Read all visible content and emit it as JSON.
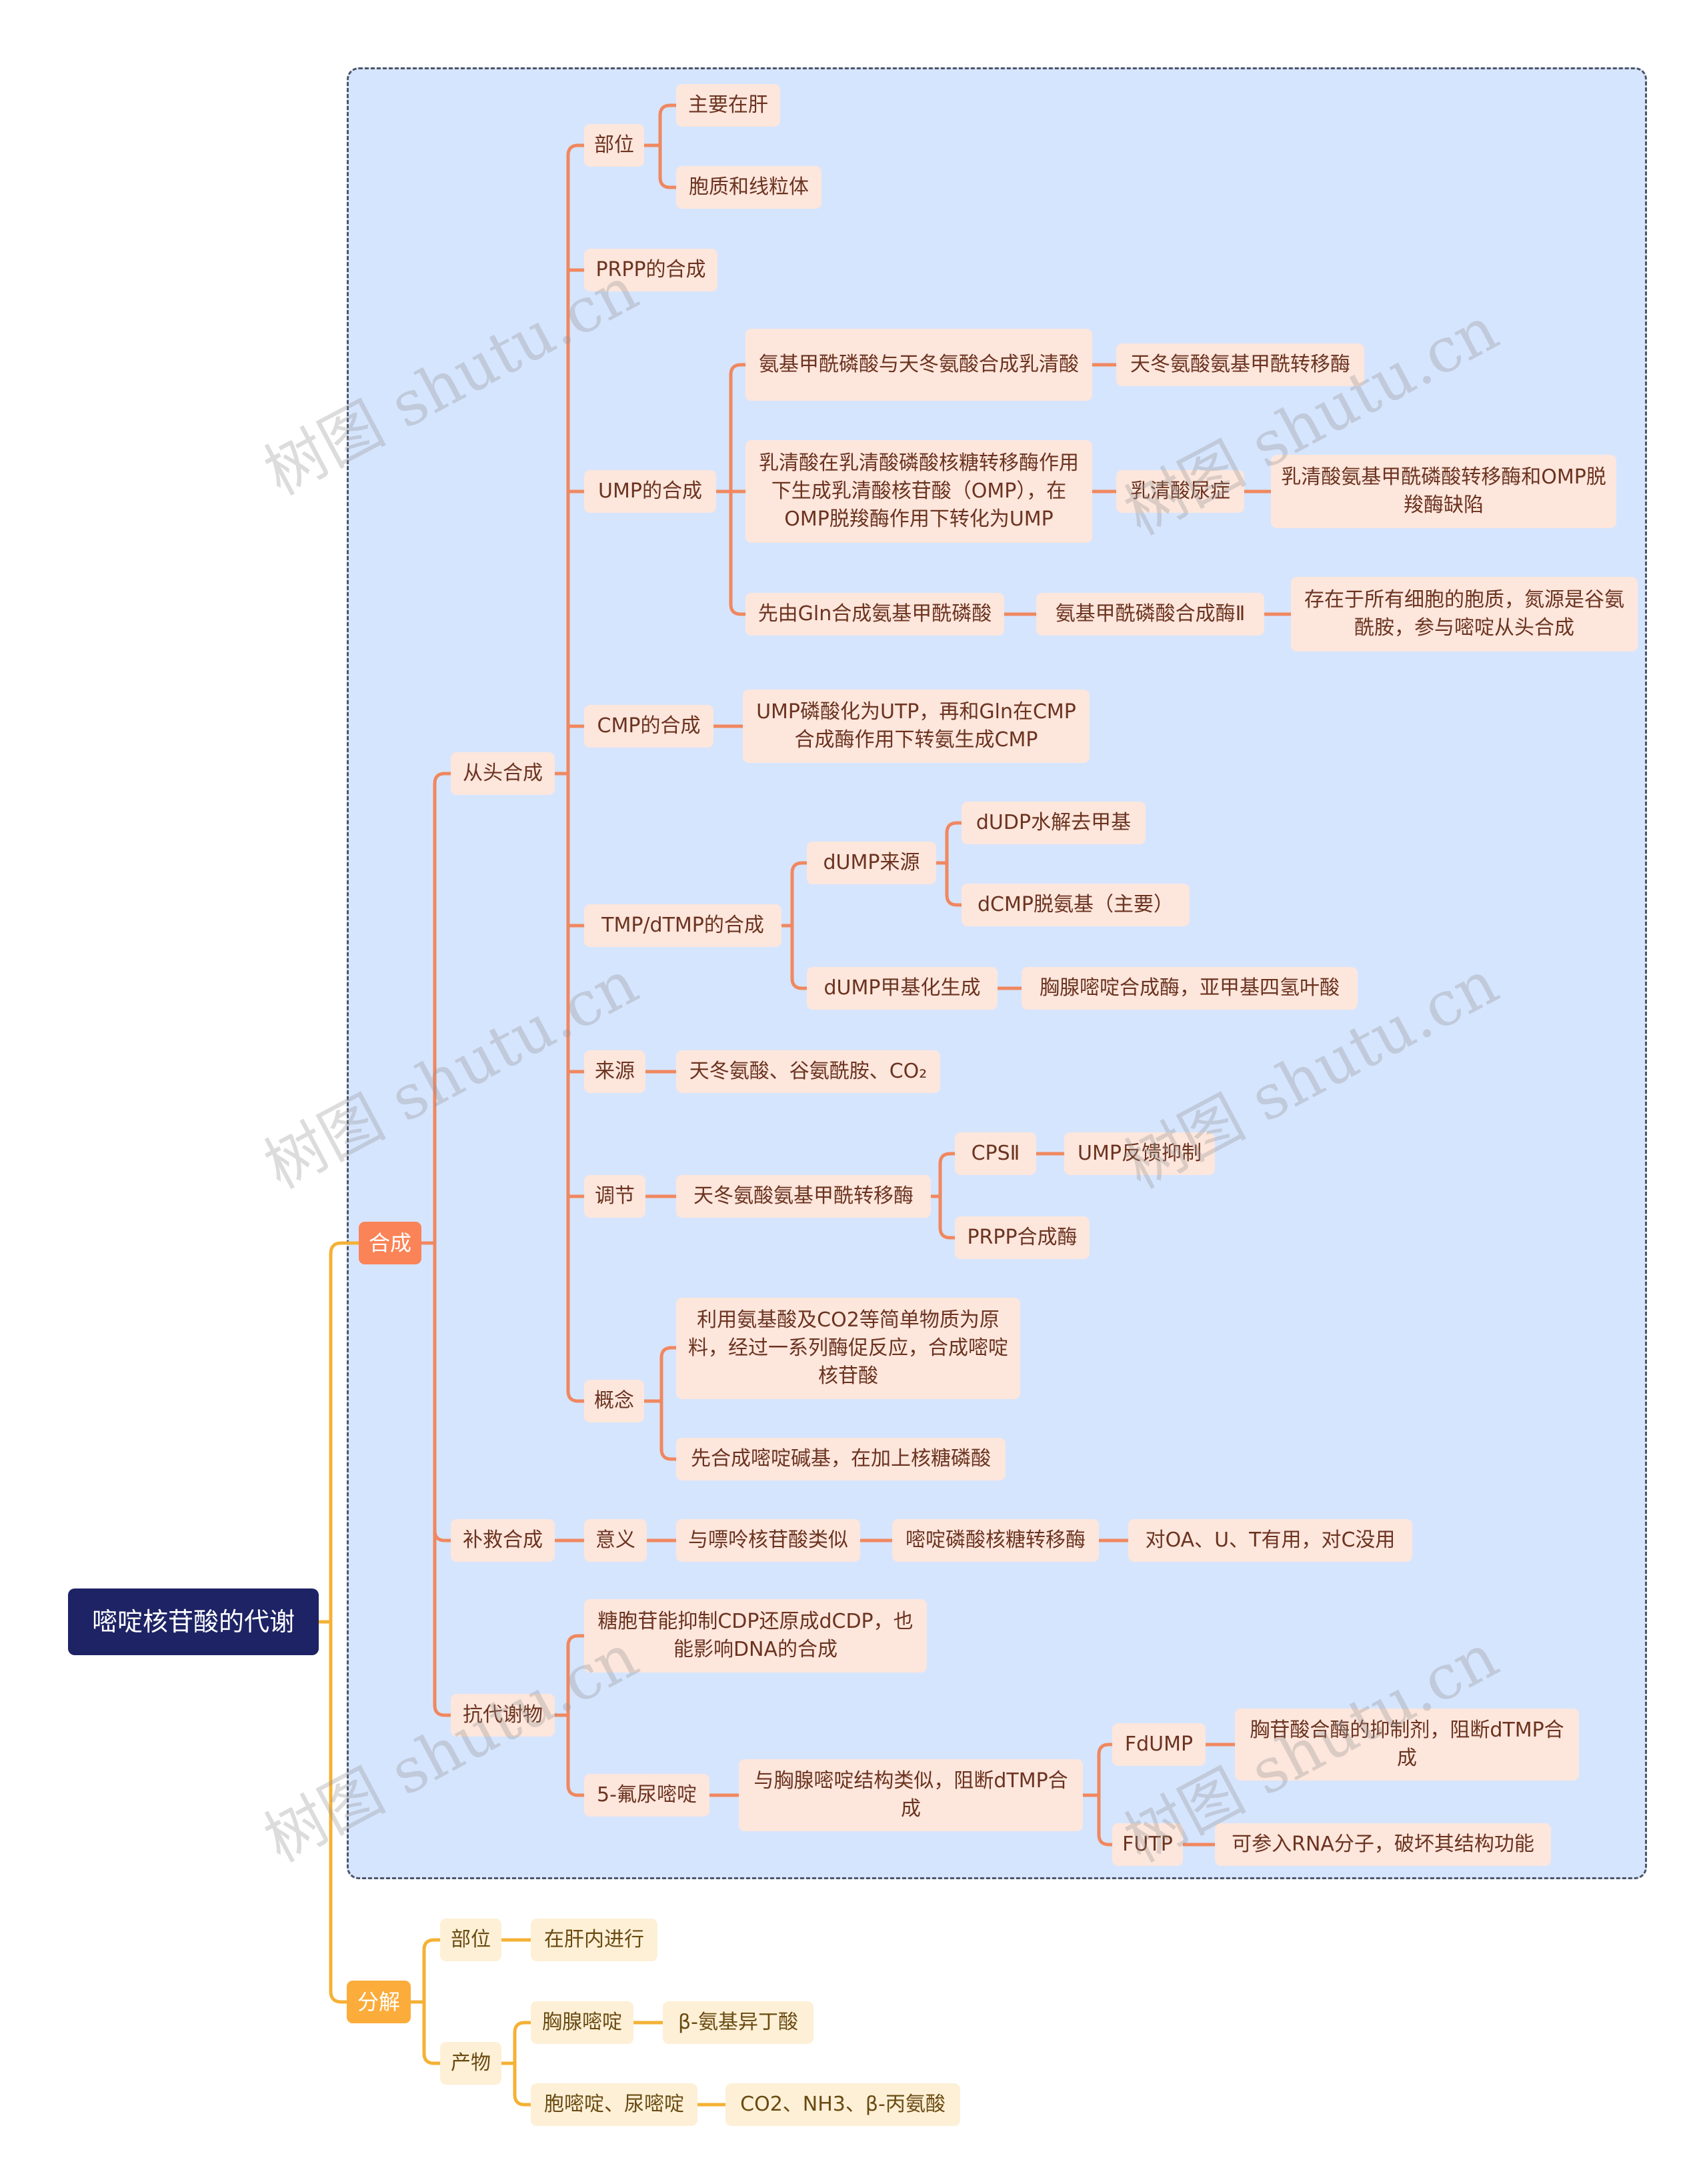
{
  "root": "嘧啶核苷酸的代谢",
  "watermark": "树图 shutu.cn",
  "colors": {
    "salmon": "#f0875f",
    "amber": "#f5b135",
    "panel": "#d6e5fe",
    "root": "#1d2364"
  },
  "synth": {
    "label": "合成",
    "denovo": {
      "label": "从头合成",
      "site": {
        "label": "部位",
        "liver": "主要在肝",
        "cyto": "胞质和线粒体"
      },
      "prpp": "PRPP的合成",
      "ump": {
        "label": "UMP的合成",
        "s1": "氨基甲酰磷酸与天冬氨酸合成乳清酸",
        "s1_enzyme": "天冬氨酸氨基甲酰转移酶",
        "s2": "乳清酸在乳清酸磷酸核糖转移酶作用下生成乳清酸核苷酸（OMP），在OMP脱羧酶作用下转化为UMP",
        "s2_disease": "乳清酸尿症",
        "s2_cause": "乳清酸氨基甲酰磷酸转移酶和OMP脱羧酶缺陷",
        "s3": "先由Gln合成氨基甲酰磷酸",
        "s3_enzyme": "氨基甲酰磷酸合成酶Ⅱ",
        "s3_note": "存在于所有细胞的胞质，氮源是谷氨酰胺，参与嘧啶从头合成"
      },
      "cmp": {
        "label": "CMP的合成",
        "desc": "UMP磷酸化为UTP，再和Gln在CMP合成酶作用下转氨生成CMP"
      },
      "tmp": {
        "label": "TMP/dTMP的合成",
        "dump_src": "dUMP来源",
        "dudp": "dUDP水解去甲基",
        "dcmp": "dCMP脱氨基（主要）",
        "methyl": "dUMP甲基化生成",
        "methyl_enzyme": "胸腺嘧啶合成酶，亚甲基四氢叶酸"
      },
      "source": {
        "label": "来源",
        "desc": "天冬氨酸、谷氨酰胺、CO₂"
      },
      "reg": {
        "label": "调节",
        "enzyme": "天冬氨酸氨基甲酰转移酶",
        "cps": "CPSⅡ",
        "cps_fb": "UMP反馈抑制",
        "prpp": "PRPP合成酶"
      },
      "concept": {
        "label": "概念",
        "c1": "利用氨基酸及CO2等简单物质为原料，经过一系列酶促反应，合成嘧啶核苷酸",
        "c2": "先合成嘧啶碱基，在加上核糖磷酸"
      }
    },
    "salvage": {
      "label": "补救合成",
      "meaning": "意义",
      "similar": "与嘌呤核苷酸类似",
      "enzyme": "嘧啶磷酸核糖转移酶",
      "note": "对OA、U、T有用，对C没用"
    },
    "anti": {
      "label": "抗代谢物",
      "cytidine": "糖胞苷能抑制CDP还原成dCDP，也能影响DNA的合成",
      "fu": {
        "label": "5-氟尿嘧啶",
        "desc": "与胸腺嘧啶结构类似，阻断dTMP合成",
        "fdump": "FdUMP",
        "fdump_desc": "胸苷酸合酶的抑制剂，阻断dTMP合成",
        "futp": "FUTP",
        "futp_desc": "可参入RNA分子，破坏其结构功能"
      }
    }
  },
  "decomp": {
    "label": "分解",
    "site": "部位",
    "site_desc": "在肝内进行",
    "product": "产物",
    "thymine": "胸腺嘧啶",
    "thymine_p": "β-氨基异丁酸",
    "cu": "胞嘧啶、尿嘧啶",
    "cu_p": "CO2、NH3、β-丙氨酸"
  }
}
